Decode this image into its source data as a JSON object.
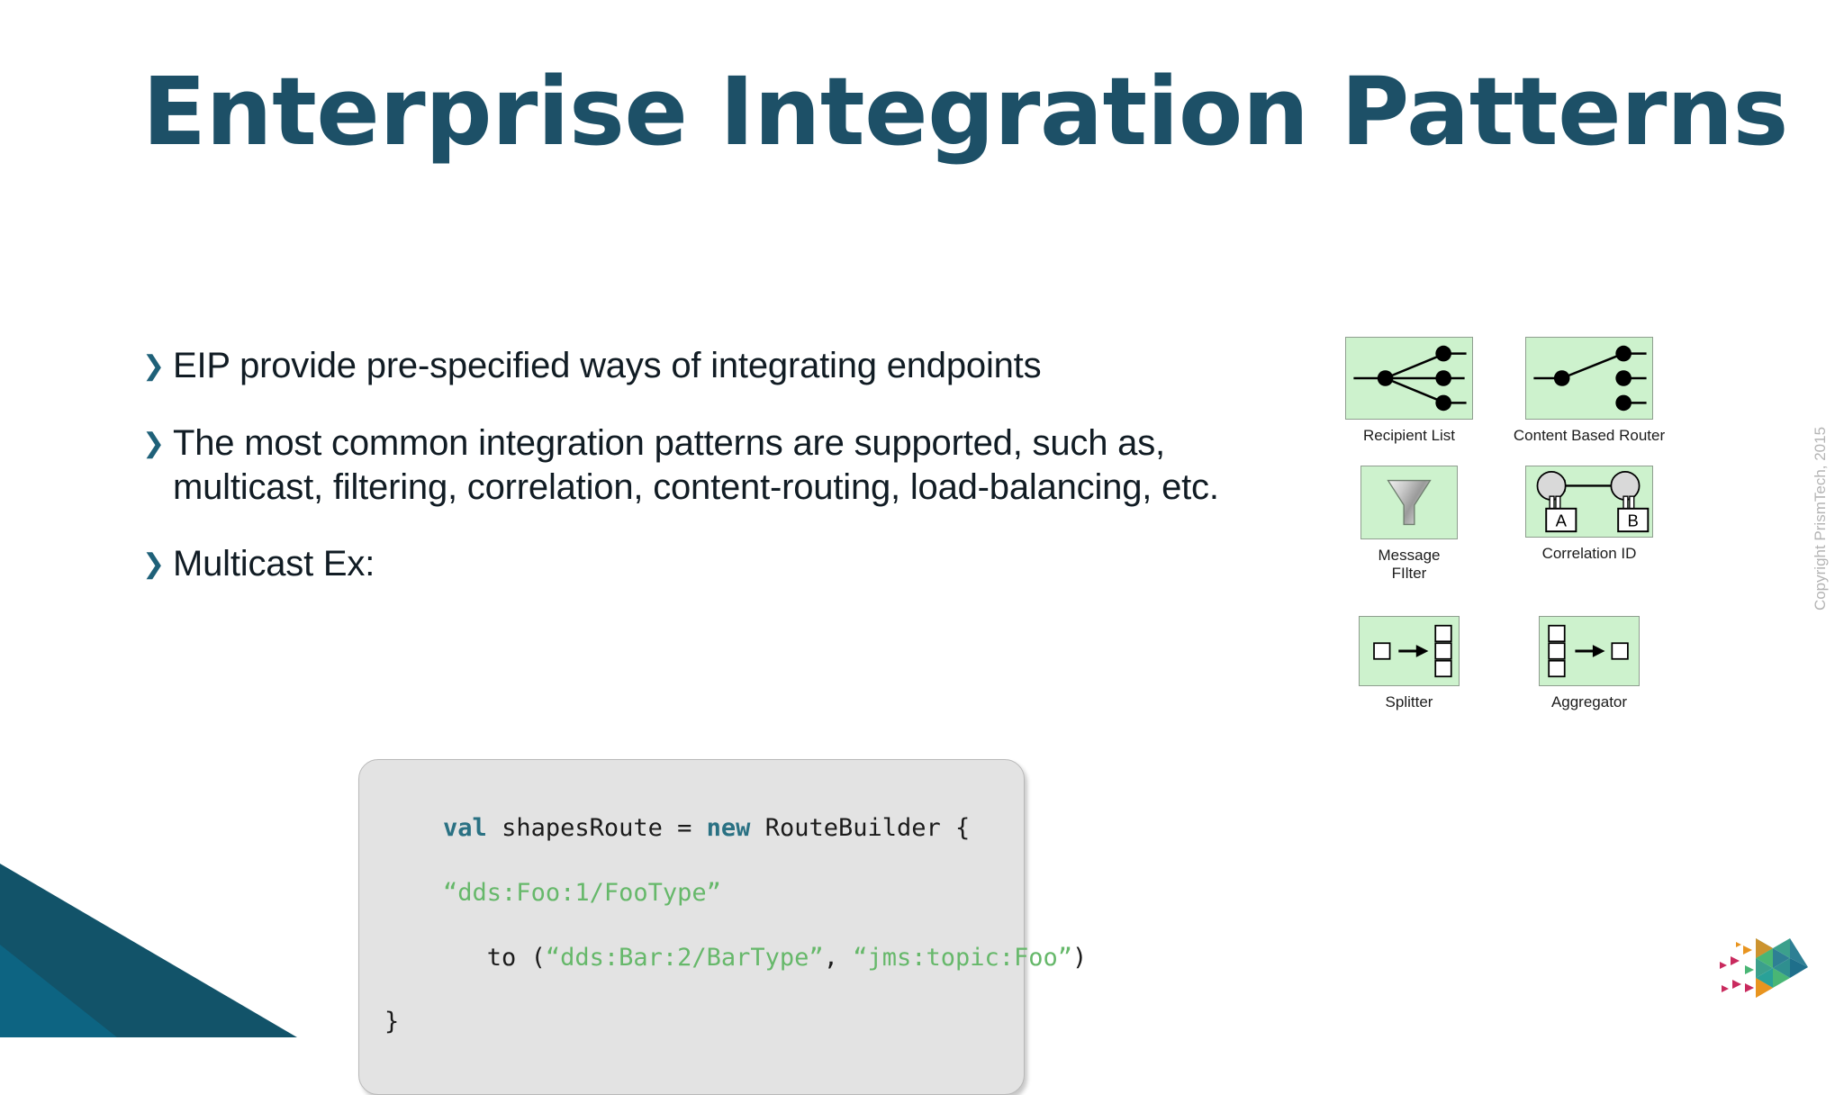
{
  "slide": {
    "title": "Enterprise Integration Patterns",
    "title_color": "#1d5067",
    "background_color": "#ffffff"
  },
  "bullets": [
    {
      "marker": "chevron-right",
      "text": "EIP provide pre-specified ways of integrating endpoints"
    },
    {
      "marker": "chevron-right",
      "text": "The most common integration patterns are supported, such as, multicast, filtering, correlation, content-routing, load-balancing, etc."
    },
    {
      "marker": "chevron-right",
      "text": "Multicast Ex:"
    }
  ],
  "code_block": {
    "language": "scala",
    "keyword_color": "#2a7183",
    "string_color": "#66b86a",
    "background_color": "#e3e3e3",
    "lines": [
      {
        "indent": 0,
        "tokens": [
          {
            "type": "keyword",
            "text": "val"
          },
          {
            "type": "plain",
            "text": " shapesRoute = "
          },
          {
            "type": "keyword",
            "text": "new"
          },
          {
            "type": "plain",
            "text": " RouteBuilder {"
          }
        ]
      },
      {
        "indent": 1,
        "tokens": [
          {
            "type": "string",
            "text": "“dds:Foo:1/FooType”"
          }
        ]
      },
      {
        "indent": 2,
        "tokens": [
          {
            "type": "plain",
            "text": "to ("
          },
          {
            "type": "string",
            "text": "“dds:Bar:2/BarType”"
          },
          {
            "type": "plain",
            "text": ", "
          },
          {
            "type": "string",
            "text": "“jms:topic:Foo”"
          },
          {
            "type": "plain",
            "text": ")"
          }
        ]
      },
      {
        "indent": 0,
        "tokens": [
          {
            "type": "plain",
            "text": "}"
          }
        ]
      }
    ]
  },
  "pattern_grid": {
    "box_fill": "#cdf2cd",
    "box_border": "#8f9e8f",
    "patterns": [
      {
        "id": "recipient-list",
        "label": "Recipient List",
        "icon": "recipient-list-icon"
      },
      {
        "id": "content-based-router",
        "label": "Content Based\nRouter",
        "icon": "content-based-router-icon"
      },
      {
        "id": "message-filter",
        "label": "Message\nFIlter",
        "icon": "message-filter-icon"
      },
      {
        "id": "correlation-id",
        "label": "Correlation ID",
        "icon": "correlation-id-icon"
      },
      {
        "id": "splitter",
        "label": "Splitter",
        "icon": "splitter-icon"
      },
      {
        "id": "aggregator",
        "label": "Aggregator",
        "icon": "aggregator-icon"
      }
    ],
    "correlation_labels": {
      "left": "A",
      "right": "B"
    }
  },
  "footer": {
    "copyright": "Copyright PrismTech, 2015"
  },
  "decoration": {
    "corner_dark": "#125369",
    "corner_mid": "#0d5e78",
    "logo_colors": [
      "#1f6f8b",
      "#2aa198",
      "#49b675",
      "#e8941f",
      "#c92a5e"
    ]
  }
}
